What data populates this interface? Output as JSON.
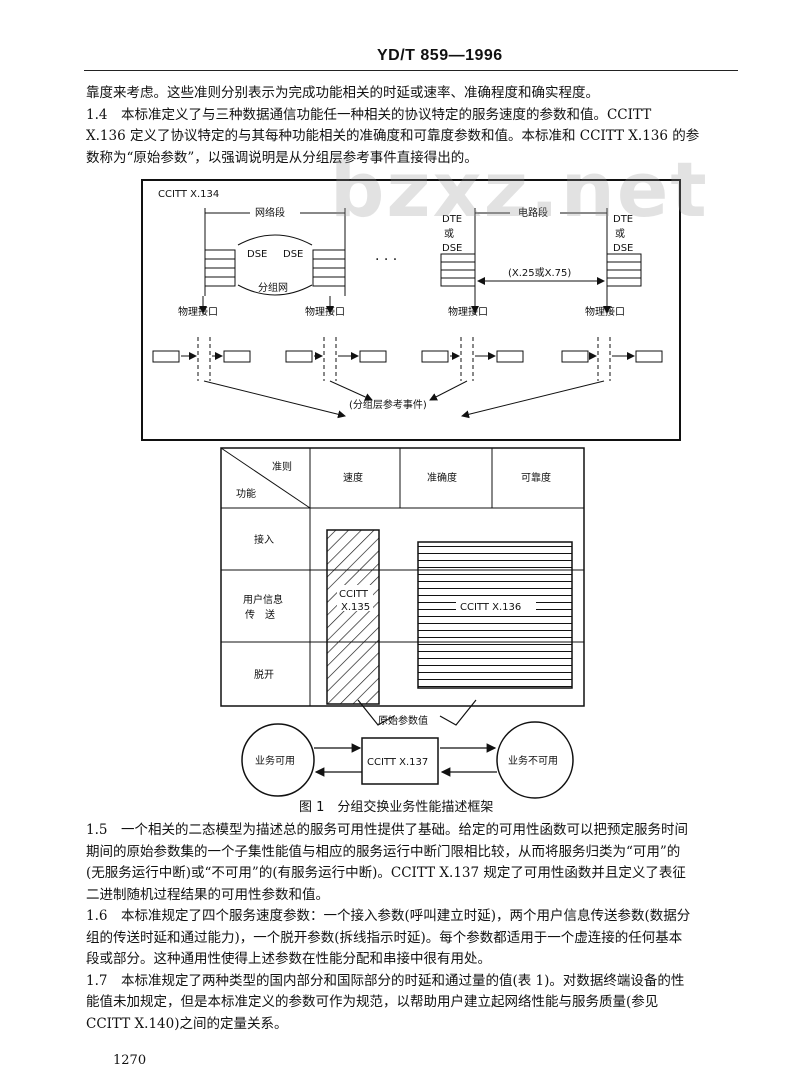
{
  "header": {
    "code": "YD/T 859—1996"
  },
  "paragraphs_top": [
    "靠度来考虑。这些准则分别表示为完成功能相关的时延或速率、准确程度和确实程度。",
    "1.4　本标准定义了与三种数据通信功能任一种相关的协议特定的服务速度的参数和值。CCITT",
    "X.136 定义了协议特定的与其每种功能相关的准确度和可靠度参数和值。本标准和 CCITT X.136 的参",
    "数称为“原始参数”，以强调说明是从分组层参考事件直接得出的。"
  ],
  "watermark": "bzxz.net",
  "figure": {
    "box_title": "CCITT X.134",
    "network_segment": "网络段",
    "dse": "DSE",
    "packet_network": "分组网",
    "ellipsis": "· · ·",
    "dte_lines": [
      "DTE",
      "或",
      "DSE"
    ],
    "circuit_segment": "电路段",
    "x25_x75": "(X.25或X.75)",
    "physical_interface": "物理接口",
    "reference_events": "(分组层参考事件)",
    "table": {
      "criteria": "准则",
      "function": "功能",
      "columns": [
        "速度",
        "准确度",
        "可靠度"
      ],
      "rows": [
        "接入",
        "用户信息\n传　送",
        "脱开"
      ],
      "x135_lines": [
        "CCITT",
        "X.135"
      ],
      "x136": "CCITT X.136"
    },
    "raw_params": "原始参数值",
    "available": "业务可用",
    "x137": "CCITT X.137",
    "unavailable": "业务不可用",
    "caption": "图 1　分组交换业务性能描述框架"
  },
  "paragraphs_bottom": [
    "1.5　一个相关的二态模型为描述总的服务可用性提供了基础。给定的可用性函数可以把预定服务时间",
    "期间的原始参数集的一个子集性能值与相应的服务运行中断门限相比较，从而将服务归类为“可用”的",
    "(无服务运行中断)或“不可用”的(有服务运行中断)。CCITT X.137 规定了可用性函数并且定义了表征",
    "二进制随机过程结果的可用性参数和值。",
    "1.6　本标准规定了四个服务速度参数：一个接入参数(呼叫建立时延)，两个用户信息传送参数(数据分",
    "组的传送时延和通过能力)，一个脱开参数(拆线指示时延)。每个参数都适用于一个虚连接的任何基本",
    "段或部分。这种通用性使得上述参数在性能分配和串接中很有用处。",
    "1.7　本标准规定了两种类型的国内部分和国际部分的时延和通过量的值(表 1)。对数据终端设备的性",
    "能值未加规定，但是本标准定义的参数可作为规范，以帮助用户建立起网络性能与服务质量(参见",
    "CCITT X.140)之间的定量关系。"
  ],
  "page_number": "1270"
}
